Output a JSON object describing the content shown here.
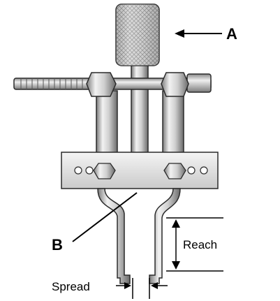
{
  "labels": {
    "a": "A",
    "b": "B",
    "reach": "Reach",
    "spread": "Spread"
  },
  "colors": {
    "metal_light": "#e9e9e9",
    "metal_mid": "#b9b9b9",
    "metal_dark": "#6f6f6f",
    "outline": "#2a2a2a",
    "label": "#000000"
  },
  "icons": [
    "knurled-knob",
    "threaded-rod",
    "hex-nut",
    "jaw-bar",
    "puller-hook"
  ]
}
